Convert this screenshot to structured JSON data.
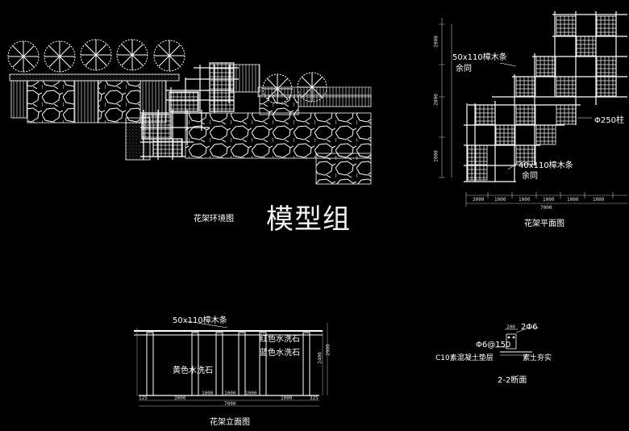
{
  "watermark": "模型组",
  "titles": {
    "environment": "花架环境图",
    "plan": "花架平面图",
    "elevation": "花架立面图",
    "section": "2-2断面"
  },
  "plan_labels": {
    "top_beam": "50x110樟木条",
    "top_beam_sub": "余同",
    "column": "Φ250柱",
    "bottom_beam": "40x110樟木条",
    "bottom_beam_sub": "余同",
    "dim_marks": [
      "3000",
      "1000",
      "1000",
      "1000",
      "1000",
      "1000"
    ],
    "total": "7000",
    "side_dims": [
      "2000",
      "2000",
      "2000"
    ]
  },
  "elevation_labels": {
    "top_beam": "50x110樟木条",
    "stone_red": "红色水洗石",
    "stone_blue": "蓝色水洗石",
    "stone_yellow": "黄色水洗石",
    "dims_lower": [
      "125",
      "3000",
      "1000",
      "1000",
      "1000",
      "1000",
      "325"
    ],
    "total": "7000",
    "height_dims": [
      "2400",
      "2900"
    ]
  },
  "section_labels": {
    "top": "200",
    "rebar_top": "2Φ6",
    "rebar": "Φ6@150",
    "concrete": "C10素混凝土垫层",
    "soil": "素土夯实"
  },
  "colors": {
    "background": "#000000",
    "line": "#ffffff",
    "dim_line": "#cccccc"
  }
}
